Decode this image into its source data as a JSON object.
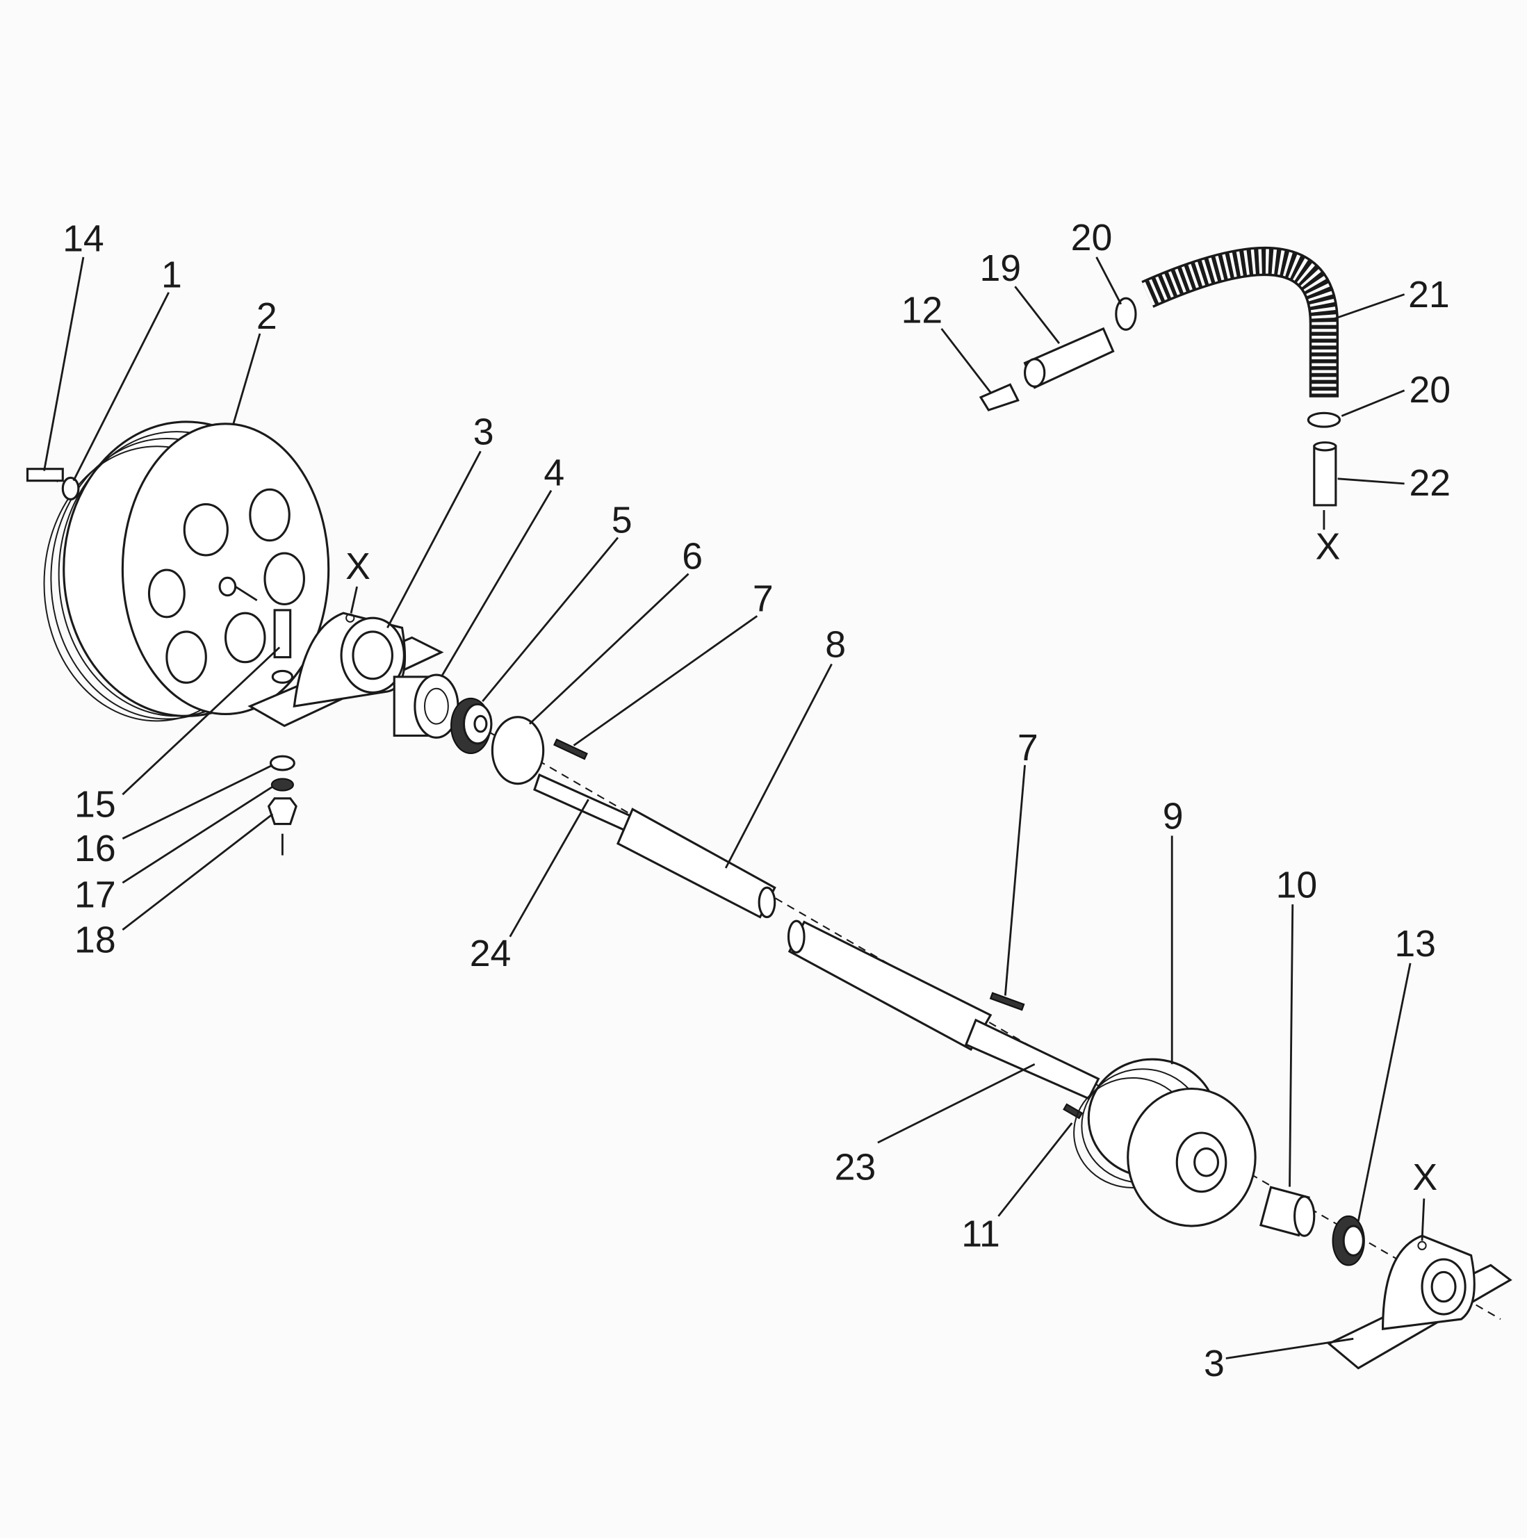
{
  "diagram": {
    "type": "exploded-parts-diagram",
    "labels": {
      "p14": "14",
      "p1": "1",
      "p2": "2",
      "p3a": "3",
      "p4": "4",
      "p5": "5",
      "p6": "6",
      "p7a": "7",
      "p8": "8",
      "p7b": "7",
      "p9": "9",
      "p10": "10",
      "p13": "13",
      "p3b": "3",
      "p11": "11",
      "p23": "23",
      "p24": "24",
      "p15": "15",
      "p16": "16",
      "p17": "17",
      "p18": "18",
      "p12": "12",
      "p19": "19",
      "p20a": "20",
      "p21": "21",
      "p20b": "20",
      "p22": "22"
    },
    "markers": {
      "xa": "X",
      "xb": "X",
      "xc": "X"
    }
  }
}
